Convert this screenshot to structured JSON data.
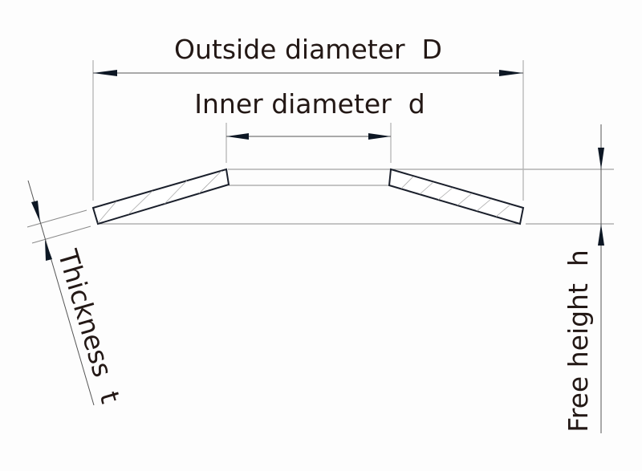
{
  "title": "Disc spring dimensions",
  "labels": {
    "outside_diameter": "Outside diameter  D",
    "inner_diameter": "Inner diameter  d",
    "free_height": "Free height  h",
    "thickness": "Thickness  t"
  },
  "colors": {
    "line": "#1a1f2b",
    "text": "#231815",
    "extension": "#b4b4b4"
  }
}
